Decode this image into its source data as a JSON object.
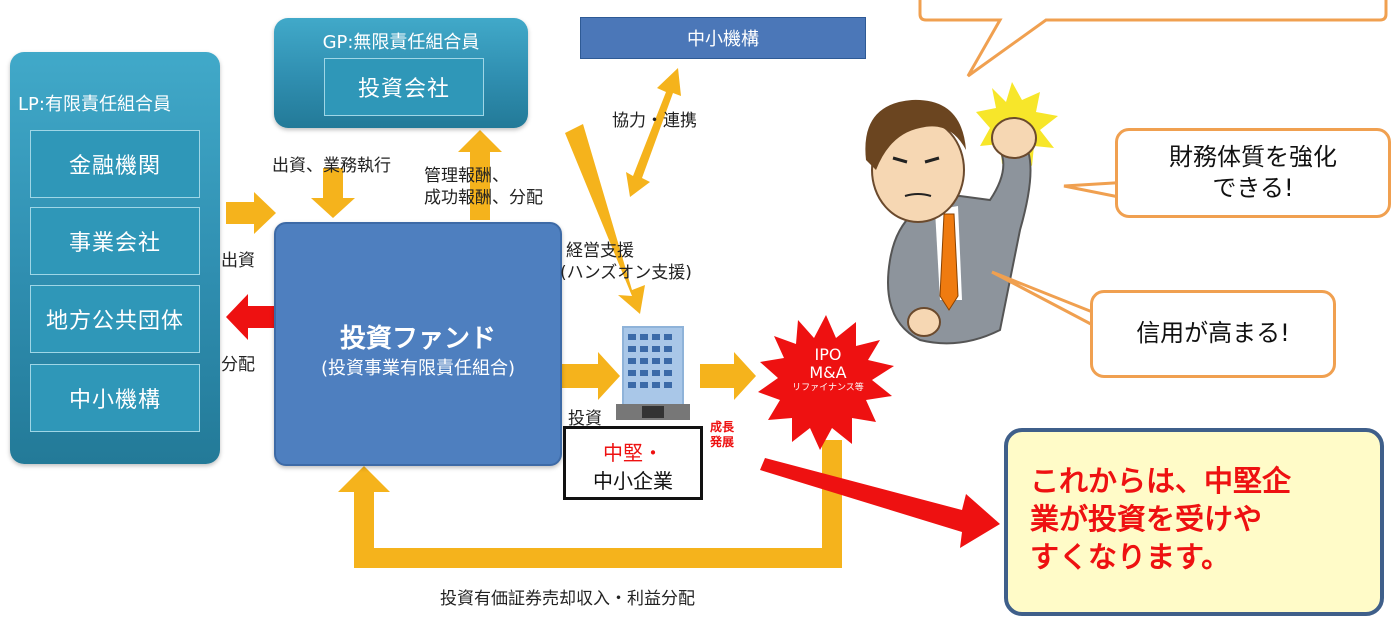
{
  "lp": {
    "title": "LP:有限責任組合員",
    "items": [
      "金融機関",
      "事業会社",
      "地方公共団体",
      "中小機構"
    ]
  },
  "gp": {
    "title": "GP:無限責任組合員",
    "inner": "投資会社"
  },
  "smrj_top": "中小機構",
  "fund": {
    "title": "投資ファンド",
    "subtitle": "(投資事業有限責任組合)"
  },
  "labels": {
    "shusshi_gyomu": "出資、業務執行",
    "kanri_1": "管理報酬、",
    "kanri_2": "成功報酬、分配",
    "kyoryoku": "協力・連携",
    "keiei_1": "経営支援",
    "keiei_2": "(ハンズオン支援)",
    "shusshi": "出資",
    "bunpai": "分配",
    "toshi": "投資",
    "seicho_1": "成長",
    "seicho_2": "発展",
    "bottom": "投資有価証券売却収入・利益分配"
  },
  "company_box": {
    "line1": "中堅・",
    "line2": "中小企業"
  },
  "burst": {
    "line1": "IPO",
    "line2": "M&A",
    "line3": "リファイナンス等"
  },
  "callouts": {
    "c1_line1": "財務体質を強化",
    "c1_line2": "できる!",
    "c2": "信用が高まる!"
  },
  "note": {
    "line1": "これからは、中堅企",
    "line2": "業が投資を受けや",
    "line3": "すくなります。"
  },
  "colors": {
    "arrow_orange": "#f5b31c",
    "arrow_red": "#ee1111",
    "fund_blue": "#4e7fbf",
    "panel_teal": "#2f97b8",
    "callout_border": "#f0a050",
    "note_bg": "#fffbc8"
  }
}
